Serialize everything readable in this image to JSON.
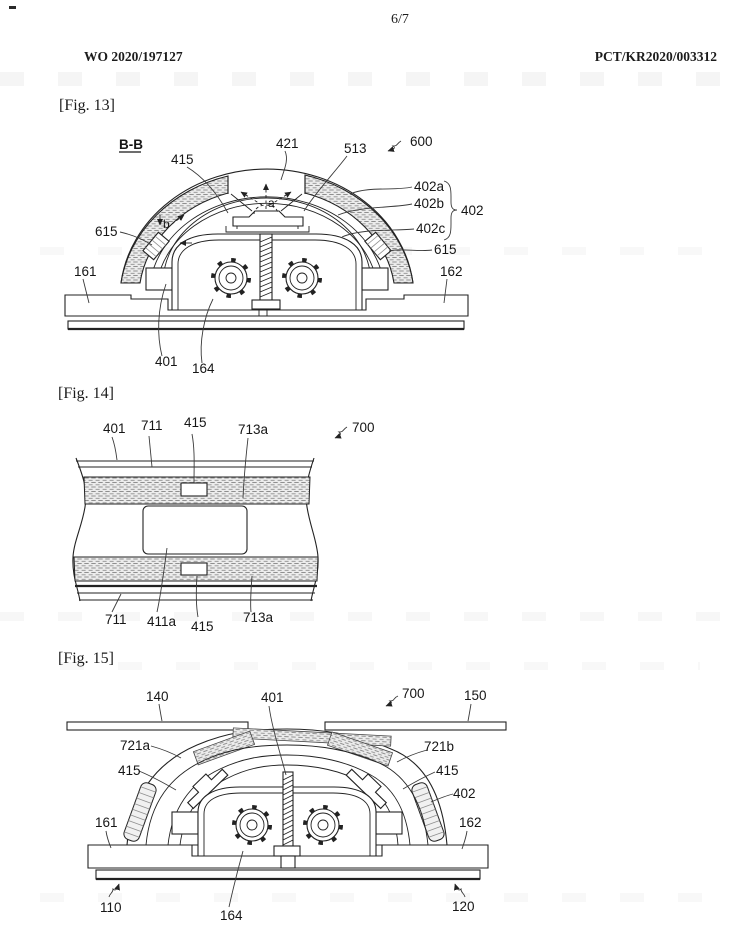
{
  "colors": {
    "ink": "#222222",
    "leader": "#3a3a3a",
    "hatch_fill": "#ececec",
    "hatch_line": "#8f8f8f"
  },
  "header": {
    "page_number": "6/7",
    "publication_number": "WO 2020/197127",
    "application_number": "PCT/KR2020/003312"
  },
  "fig13": {
    "caption": "[Fig. 13]",
    "section_label": "B-B",
    "dim_a": "a",
    "dim_b": "b",
    "refs": {
      "r600": "600",
      "r415": "415",
      "r421": "421",
      "r513": "513",
      "r402a": "402a",
      "r402b": "402b",
      "r402c": "402c",
      "r402": "402",
      "r615_left": "615",
      "r615_right": "615",
      "r161": "161",
      "r162": "162",
      "r401": "401",
      "r164": "164"
    }
  },
  "fig14": {
    "caption": "[Fig. 14]",
    "refs": {
      "r700": "700",
      "top_401": "401",
      "top_711": "711",
      "top_415": "415",
      "top_713a": "713a",
      "bot_711": "711",
      "bot_411a": "411a",
      "bot_415": "415",
      "bot_713a": "713a"
    }
  },
  "fig15": {
    "caption": "[Fig. 15]",
    "refs": {
      "r700": "700",
      "r140": "140",
      "r150": "150",
      "r401": "401",
      "r721a": "721a",
      "r721b": "721b",
      "r415_left": "415",
      "r415_right": "415",
      "r402": "402",
      "r161": "161",
      "r162": "162",
      "r110": "110",
      "r120": "120",
      "r164": "164"
    }
  }
}
